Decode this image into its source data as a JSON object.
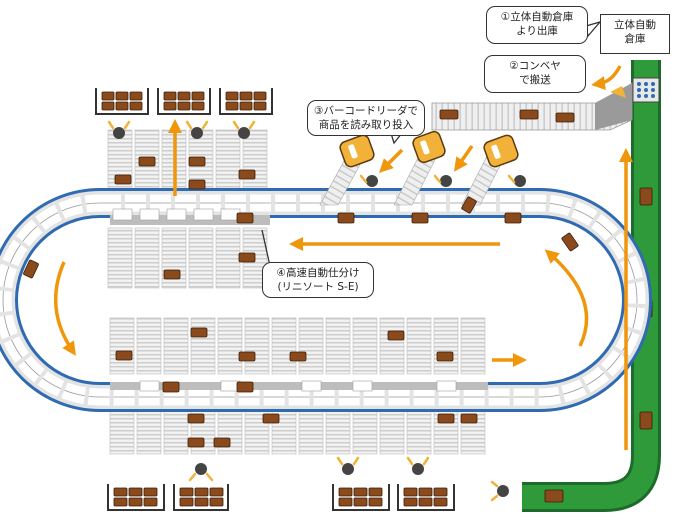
{
  "diagram": {
    "labels": {
      "l1_line1": "①立体自動倉庫",
      "l1_line2": "より出庫",
      "l2_line1": "②コンベヤ",
      "l2_line2": "で搬送",
      "l3_line1": "③バーコードリーダで",
      "l3_line2": "商品を読み取り投入",
      "l4_line1": "④高速自動仕分け",
      "l4_line2": "(リニソート S-E)",
      "warehouse_line1": "立体自動",
      "warehouse_line2": "倉庫"
    },
    "colors": {
      "loop_border": "#2e6bb0",
      "conveyor_green": "#2e9a3a",
      "flow_arrow": "#f0960a",
      "parcel": "#8a4a1c",
      "reader": "#f2b23a",
      "chute": "#c8c8c8"
    },
    "icons": [
      "operator-icon",
      "tote-icon",
      "barcode-reader-icon",
      "parcel-icon",
      "flow-arrow-icon"
    ]
  }
}
